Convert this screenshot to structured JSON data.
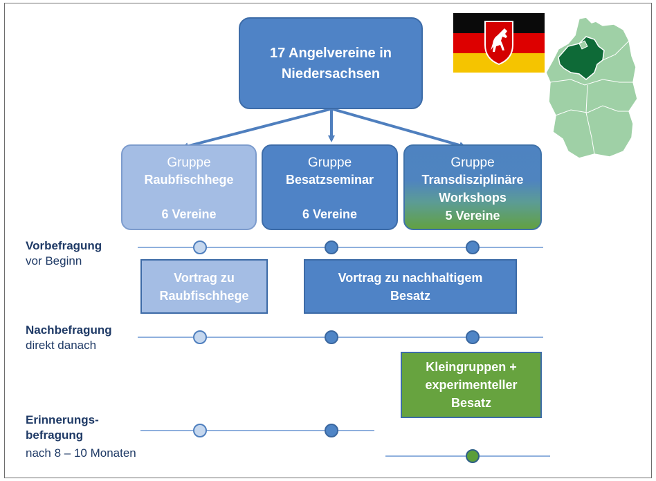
{
  "top_box": {
    "line1": "17 Angelvereine in",
    "line2": "Niedersachsen"
  },
  "groups": [
    {
      "label": "Gruppe",
      "name": "Raubfischhege",
      "count": "6 Vereine"
    },
    {
      "label": "Gruppe",
      "name": "Besatzseminar",
      "count": "6 Vereine"
    },
    {
      "label": "Gruppe",
      "name": "Transdisziplinäre",
      "name2": "Workshops",
      "count": "5 Vereine"
    }
  ],
  "rows": {
    "vor": {
      "title": "Vorbefragung",
      "sub": "vor Beginn"
    },
    "nach": {
      "title": "Nachbefragung",
      "sub": "direkt danach"
    },
    "erin": {
      "title1": "Erinnerungs-",
      "title2": "befragung",
      "sub": "nach 8 – 10 Monaten"
    }
  },
  "lectures": {
    "a": {
      "line1": "Vortrag zu",
      "line2": "Raubfischhege"
    },
    "b": {
      "line1": "Vortrag zu nachhaltigem",
      "line2": "Besatz"
    },
    "c": {
      "line1": "Kleingruppen +",
      "line2": "experimenteller",
      "line3": "Besatz"
    }
  },
  "colors": {
    "dark_blue": "#4f83c6",
    "light_blue": "#a4bde4",
    "green": "#67a33f",
    "text_navy": "#1f3a66",
    "flag_black": "#0a0a0a",
    "flag_red": "#dd0000",
    "flag_gold": "#f5c400",
    "map_light": "#9fd0a6",
    "map_dark": "#0e6a37"
  }
}
